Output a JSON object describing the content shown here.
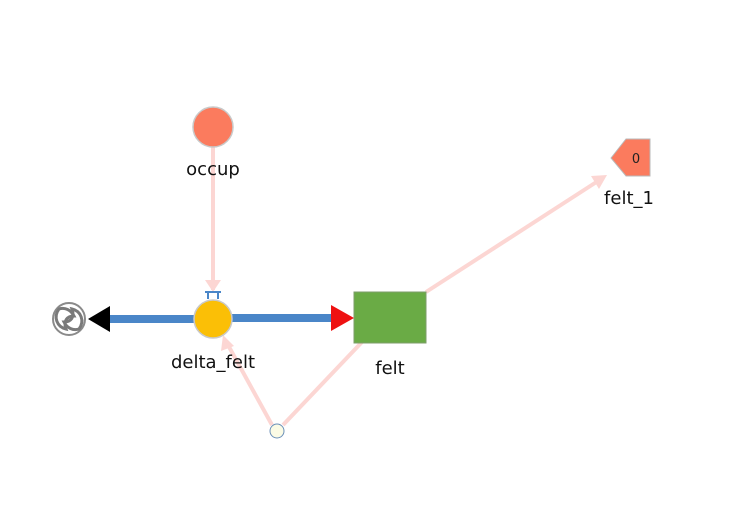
{
  "nodes": {
    "occup": {
      "label": "occup",
      "kind": "auxiliary"
    },
    "delta_felt": {
      "label": "delta_felt",
      "kind": "flow"
    },
    "felt": {
      "label": "felt",
      "kind": "stock"
    },
    "felt_1": {
      "label": "felt_1",
      "kind": "output",
      "value": "0"
    },
    "source": {
      "kind": "cloud",
      "icon": "cloud-icon"
    },
    "connector_point": {
      "kind": "connector"
    }
  },
  "colors": {
    "auxiliary_fill": "#fb7b5e",
    "flow_valve_fill": "#fbbf06",
    "stock_fill": "#6aab45",
    "output_fill": "#fb7b5e",
    "flow_pipe": "#4a86c8",
    "link": "#fcd6d3",
    "inflow_arrow": "#ee1111",
    "outflow_arrow": "#000000",
    "connector_fill": "#fbfbe5"
  }
}
